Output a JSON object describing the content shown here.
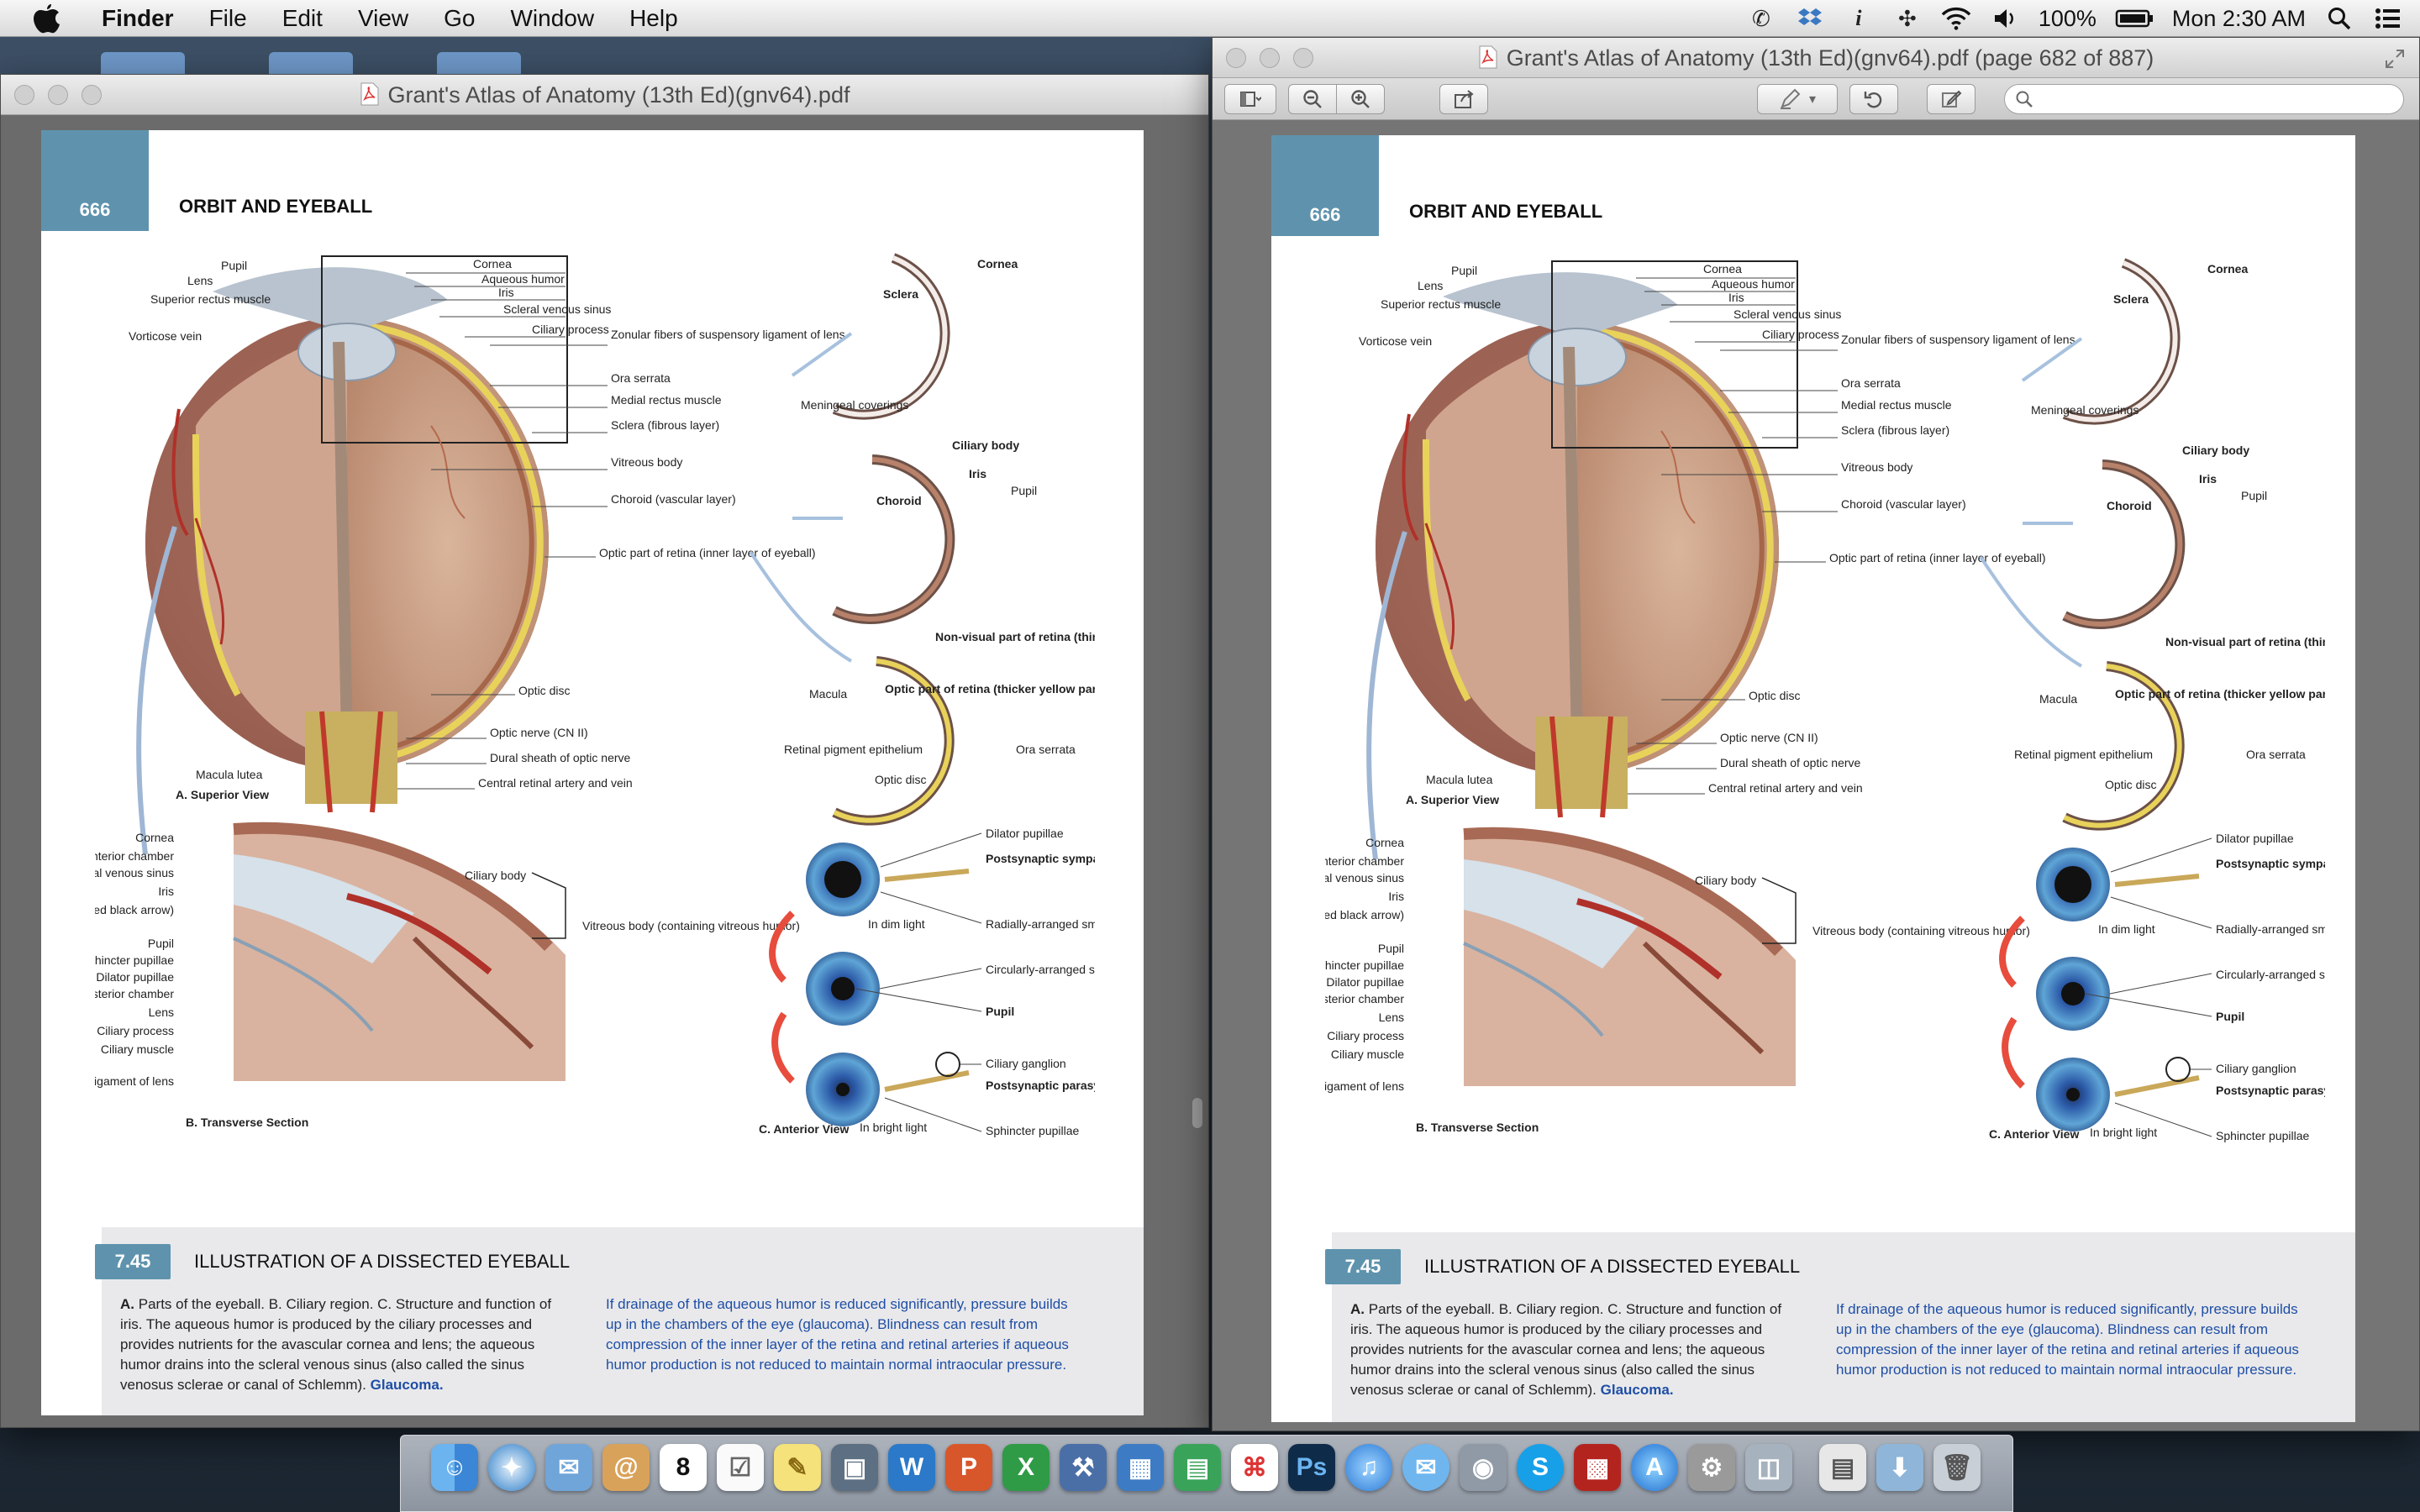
{
  "menubar": {
    "app_name": "Finder",
    "menus": [
      "File",
      "Edit",
      "View",
      "Go",
      "Window",
      "Help"
    ],
    "battery": "100%",
    "clock": "Mon 2:30 AM",
    "status_icons": [
      "phone-icon",
      "dropbox-icon",
      "info-icon",
      "bluetooth-icon",
      "wifi-icon",
      "volume-icon",
      "battery-icon",
      "spotlight-icon",
      "notification-list-icon"
    ]
  },
  "window_left": {
    "title": "Grant's Atlas of Anatomy (13th Ed)(gnv64).pdf"
  },
  "window_right": {
    "title": "Grant's Atlas of Anatomy (13th Ed)(gnv64).pdf (page 682 of 887)",
    "toolbar_buttons": [
      "sidebar-view-icon",
      "zoom-out-icon",
      "zoom-in-icon",
      "share-icon",
      "annotate-icon",
      "rotate-icon",
      "edit-icon"
    ],
    "search_placeholder": ""
  },
  "pdf_page": {
    "page_number": "666",
    "chapter": "ORBIT AND EYEBALL",
    "figure": {
      "top_labels": [
        "Pupil",
        "Lens",
        "Superior rectus muscle",
        "Vorticose vein",
        "Cornea",
        "Aqueous humor",
        "Iris",
        "Scleral venous sinus",
        "Ciliary process",
        "Zonular fibers of suspensory ligament of lens",
        "Ora serrata",
        "Medial rectus muscle",
        "Sclera (fibrous layer)",
        "Vitreous body",
        "Choroid (vascular layer)",
        "Optic part of retina (inner layer of eyeball)",
        "Optic disc",
        "Optic nerve (CN II)",
        "Dural sheath of optic nerve",
        "Central retinal artery and vein",
        "Macula lutea"
      ],
      "label_a": "A. Superior View",
      "inset_labels": [
        "Cornea",
        "Sclera",
        "Meningeal coverings",
        "Ciliary body",
        "Iris",
        "Pupil",
        "Choroid",
        "Non-visual part of retina (thinner yellow layer)",
        "Macula",
        "Optic part of retina (thicker yellow part)",
        "Retinal pigment epithelium",
        "Optic disc",
        "Ora serrata"
      ],
      "transverse_labels": [
        "Cornea",
        "Anterior chamber",
        "Scleral venous sinus",
        "Iris",
        "Flow of aqueous humor (dashed black arrow)",
        "Pupil",
        "Sphincter pupillae",
        "Dilator pupillae",
        "Posterior chamber",
        "Lens",
        "Ciliary process",
        "Ciliary muscle",
        "Zonular fibers of suspensory ligament of lens",
        "Ciliary body",
        "Vitreous body (containing vitreous humor)"
      ],
      "label_b": "B. Transverse Section",
      "iris_labels": [
        "Dilator pupillae",
        "Postsynaptic sympathetic nerve fiber",
        "In dim light",
        "Radially-arranged smooth muscle fibers of dilator pupillae",
        "Circularly-arranged smooth muscle fibers of sphincter pupillae",
        "Pupil",
        "Ciliary ganglion",
        "Postsynaptic parasympathetic nerve fiber",
        "In bright light",
        "Sphincter pupillae"
      ],
      "label_c": "C. Anterior View"
    },
    "caption": {
      "number": "7.45",
      "title": "ILLUSTRATION OF A DISSECTED EYEBALL",
      "left_text": "Parts of the eyeball. B. Ciliary region. C. Structure and function of iris. The aqueous humor is produced by the ciliary processes and provides nutrients for the avascular cornea and lens; the aqueous humor drains into the scleral venous sinus (also called the sinus venosus sclerae or canal of Schlemm).",
      "left_lead": "A.",
      "left_tail": "Glaucoma.",
      "right_text": "If drainage of the aqueous humor is reduced significantly, pressure builds up in the chambers of the eye (glaucoma). Blindness can result from compression of the inner layer of the retina and retinal arteries if aqueous humor production is not reduced to maintain normal intraocular pressure."
    }
  },
  "dock": {
    "apps": [
      "finder-icon",
      "safari-icon",
      "mail-icon",
      "contacts-icon",
      "calendar-icon",
      "reminders-icon",
      "notes-icon",
      "iphoto-icon",
      "word-icon",
      "powerpoint-icon",
      "excel-icon",
      "xcode-icon",
      "keynote-icon",
      "numbers-icon",
      "acrobat-icon",
      "photoshop-icon",
      "itunes-icon",
      "messages-icon",
      "facetime-icon",
      "skype-icon",
      "photobooth-icon",
      "app-store-icon",
      "system-preferences-icon",
      "preview-icon",
      "documents-icon",
      "downloads-icon",
      "trash-icon"
    ],
    "calendar_day": "8"
  },
  "colors": {
    "page_tab": "#5f93ad",
    "caption_bg": "#e9e9eb",
    "caption_blue": "#1e4ea6",
    "desktop": "#2b3a4a"
  }
}
